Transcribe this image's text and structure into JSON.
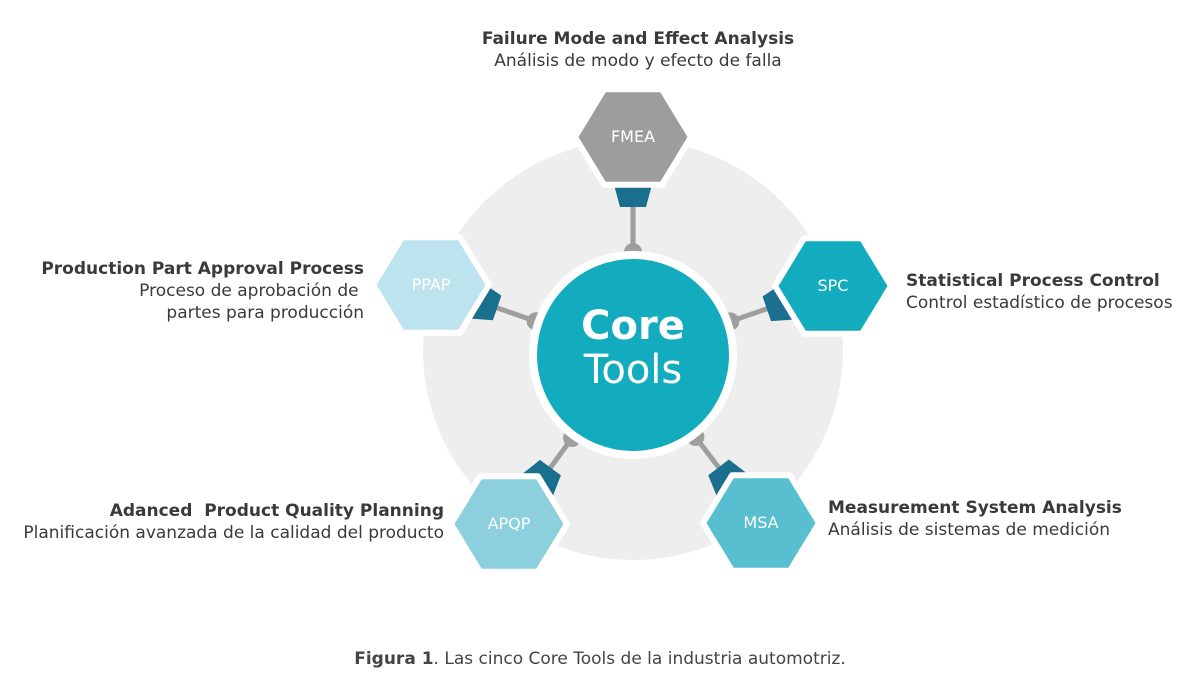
{
  "center": {
    "line1": "Core",
    "line2": "Tools"
  },
  "nodes": [
    {
      "abbr": "FMEA",
      "title": "Failure Mode and Effect Analysis",
      "subtitle": [
        "Análisis de modo y efecto de falla"
      ],
      "color": "#9d9d9d"
    },
    {
      "abbr": "SPC",
      "title": "Statistical Process Control",
      "subtitle": [
        "Control estadístico de procesos"
      ],
      "color": "#13abbe"
    },
    {
      "abbr": "MSA",
      "title": "Measurement System Analysis",
      "subtitle": [
        "Análisis de sistemas de medición"
      ],
      "color": "#57bfd0"
    },
    {
      "abbr": "APQP",
      "title": "Adanced  Product Quality Planning",
      "subtitle": [
        "Planificación avanzada de la calidad del producto"
      ],
      "color": "#8bd0dc"
    },
    {
      "abbr": "PPAP",
      "title": "Production Part Approval Process",
      "subtitle": [
        "Proceso de aprobación de ",
        "partes para producción"
      ],
      "color": "#bde3ee"
    }
  ],
  "colors": {
    "ring": "#eeeeee",
    "center": "#13abbe",
    "connector": "#9e9e9e",
    "tab": "#1a6f8e"
  },
  "caption": {
    "bold": "Figura 1",
    "text": ". Las cinco Core Tools de la industria automotriz."
  }
}
